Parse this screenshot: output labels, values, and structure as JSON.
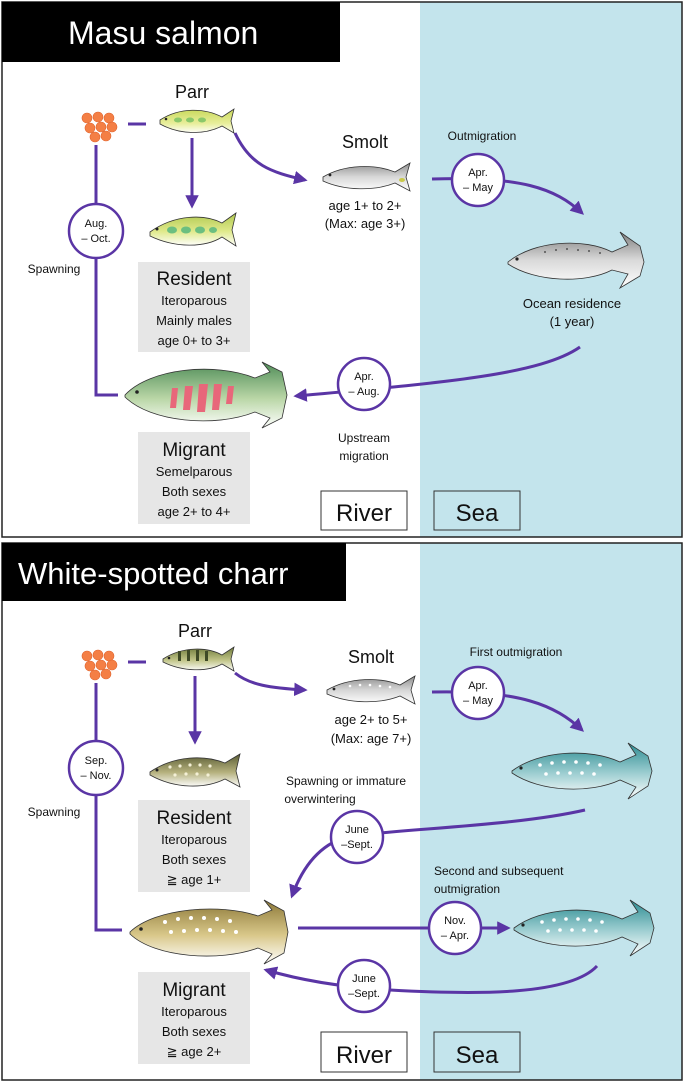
{
  "panels": [
    {
      "title": "Masu salmon",
      "parr": "Parr",
      "smolt": "Smolt",
      "smolt_age": [
        "age 1+ to 2+",
        "(Max: age 3+)"
      ],
      "outmigration": "Outmigration",
      "apr_may": [
        "Apr.",
        "– May"
      ],
      "ocean_residence": [
        "Ocean residence",
        "(1 year)"
      ],
      "spawning": "Spawning",
      "aug_oct": [
        "Aug.",
        "– Oct."
      ],
      "resident": {
        "title": "Resident",
        "lines": [
          "Iteroparous",
          "Mainly males",
          "age 0+ to 3+"
        ]
      },
      "apr_aug": [
        "Apr.",
        "– Aug."
      ],
      "upstream": [
        "Upstream",
        "migration"
      ],
      "migrant": {
        "title": "Migrant",
        "lines": [
          "Semelparous",
          "Both sexes",
          "age 2+ to 4+"
        ]
      },
      "river": "River",
      "sea": "Sea"
    },
    {
      "title": "White-spotted charr",
      "parr": "Parr",
      "smolt": "Smolt",
      "smolt_age": [
        "age 2+ to 5+",
        "(Max: age 7+)"
      ],
      "first_outmigration": "First outmigration",
      "apr_may": [
        "Apr.",
        "– May"
      ],
      "spawning_or": [
        "Spawning or immature",
        "overwintering"
      ],
      "june_sept_1": [
        "June",
        "–Sept."
      ],
      "spawning": "Spawning",
      "sep_nov": [
        "Sep.",
        "– Nov."
      ],
      "resident": {
        "title": "Resident",
        "lines": [
          "Iteroparous",
          "Both sexes",
          "≧ age 1+"
        ]
      },
      "second": [
        "Second and subsequent",
        "outmigration"
      ],
      "nov_apr": [
        "Nov.",
        "– Apr."
      ],
      "june_sept_2": [
        "June",
        "–Sept."
      ],
      "migrant": {
        "title": "Migrant",
        "lines": [
          "Iteroparous",
          "Both sexes",
          "≧ age 2+"
        ]
      },
      "river": "River",
      "sea": "Sea"
    }
  ],
  "colors": {
    "sea": "#c3e4ec",
    "arrow": "#5a35a5",
    "egg": "#f47f45",
    "box": "#e6e6e6",
    "title_bg": "#000000"
  }
}
